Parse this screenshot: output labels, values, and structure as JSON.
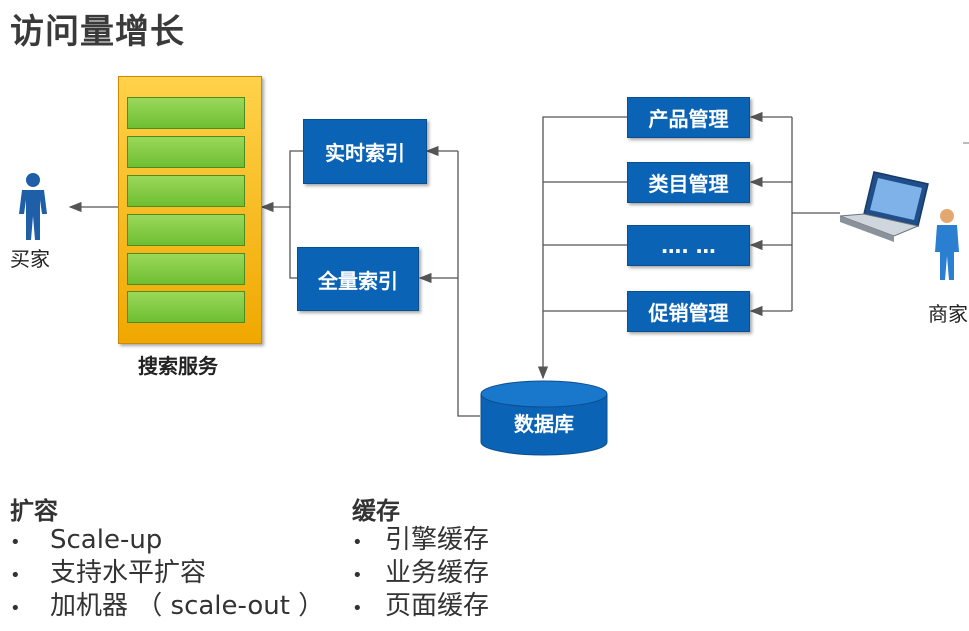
{
  "title": "访问量增长",
  "search_service": {
    "label": "搜索服务",
    "slot_count": 6
  },
  "buyer": {
    "label": "买家"
  },
  "merchant": {
    "label": "商家"
  },
  "indexes": {
    "realtime": "实时索引",
    "full": "全量索引"
  },
  "management": {
    "product": "产品管理",
    "category": "类目管理",
    "ellipsis": "…. …",
    "promotion": "促销管理"
  },
  "database": {
    "label": "数据库"
  },
  "scale": {
    "heading": "扩容",
    "items": [
      "Scale-up",
      "支持水平扩容",
      "加机器 （ scale-out ）"
    ]
  },
  "cache": {
    "heading": "缓存",
    "items": [
      "引擎缓存",
      "业务缓存",
      "页面缓存"
    ]
  },
  "colors": {
    "box_blue": "#0a63b5",
    "server_yellow": "#f5b800",
    "slot_green": "#7cc83c",
    "line": "#555555"
  }
}
